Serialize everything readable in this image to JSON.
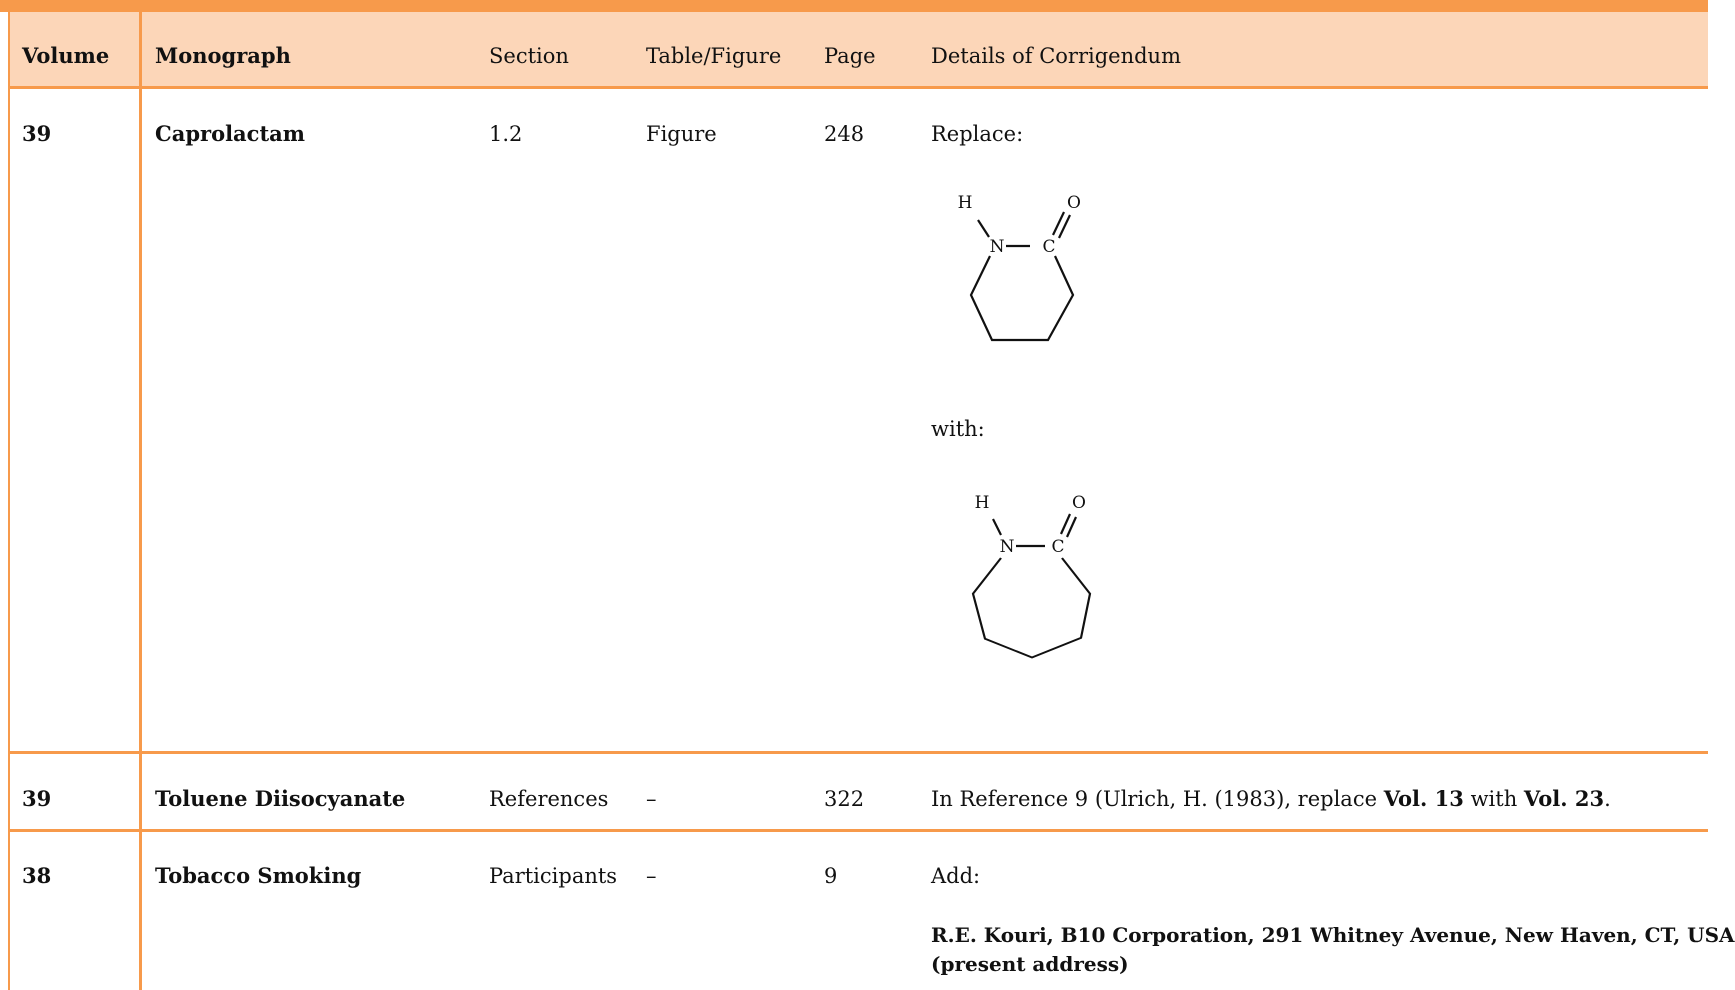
{
  "header": {
    "volume": "Volume",
    "monograph": "Monograph",
    "section": "Section",
    "table_figure": "Table/Figure",
    "page": "Page",
    "details": "Details of Corrigendum"
  },
  "rows": [
    {
      "volume": "39",
      "monograph": "Caprolactam",
      "section": "1.2",
      "table_figure": "Figure",
      "page": "248",
      "details": {
        "replace_label": "Replace:",
        "with_label": "with:",
        "old_structure": {
          "atom_h": "H",
          "atom_o": "O",
          "atom_n": "N",
          "atom_c": "C"
        },
        "new_structure": {
          "atom_h": "H",
          "atom_o": "O",
          "atom_n": "N",
          "atom_c": "C"
        }
      }
    },
    {
      "volume": "39",
      "monograph": "Toluene Diisocyanate",
      "section": "References",
      "table_figure": "–",
      "page": "322",
      "details": {
        "text_pre": "In Reference 9 (Ulrich, H. (1983), replace ",
        "old_value": "Vol. 13",
        "text_mid": " with ",
        "new_value": "Vol. 23",
        "text_post": "."
      }
    },
    {
      "volume": "38",
      "monograph": "Tobacco Smoking",
      "section": "Participants",
      "table_figure": "–",
      "page": "9",
      "details": {
        "add_label": "Add:",
        "line1": "R.E. Kouri, B10 Corporation, 291 Whitney Avenue, New Haven, CT, USA",
        "line2": "(present address)"
      }
    }
  ]
}
